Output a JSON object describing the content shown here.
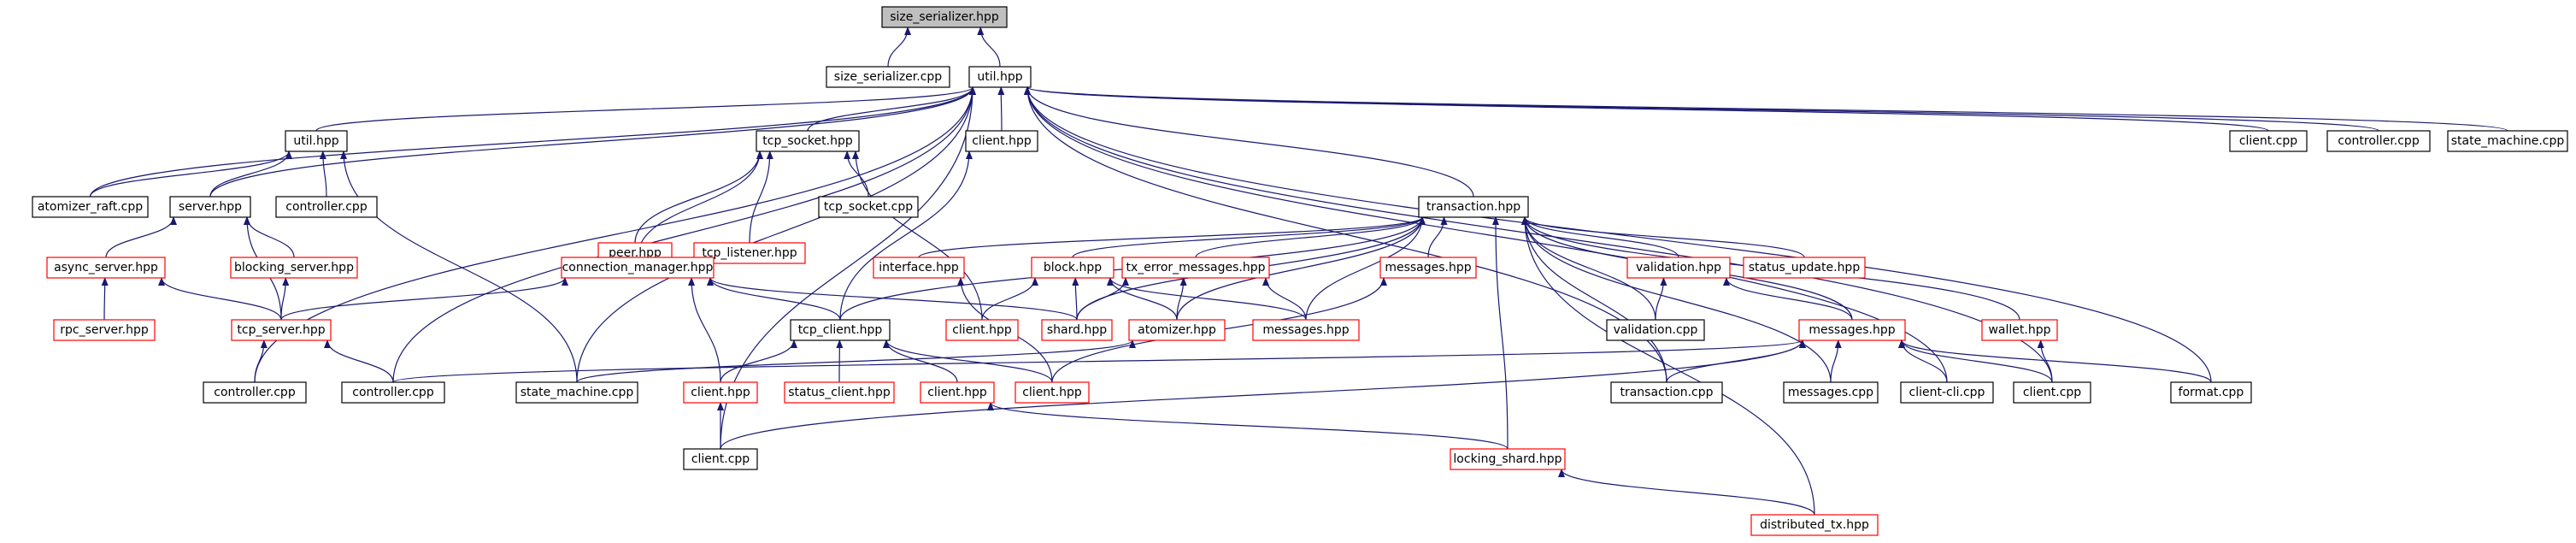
{
  "diagram": {
    "nodes": [
      {
        "id": "n_size_serializer_hpp",
        "label": "size_serializer.hpp",
        "border": "root"
      },
      {
        "id": "n_size_serializer_cpp",
        "label": "size_serializer.cpp",
        "border": "black"
      },
      {
        "id": "n_util_hpp_top",
        "label": "util.hpp",
        "border": "black"
      },
      {
        "id": "n_client_cpp_right1",
        "label": "client.cpp",
        "border": "black"
      },
      {
        "id": "n_controller_cpp_right",
        "label": "controller.cpp",
        "border": "black"
      },
      {
        "id": "n_state_machine_cpp_right",
        "label": "state_machine.cpp",
        "border": "black"
      },
      {
        "id": "n_util_hpp_2",
        "label": "util.hpp",
        "border": "black"
      },
      {
        "id": "n_tcp_socket_hpp",
        "label": "tcp_socket.hpp",
        "border": "black"
      },
      {
        "id": "n_client_hpp_top",
        "label": "client.hpp",
        "border": "black"
      },
      {
        "id": "n_atomizer_raft_cpp",
        "label": "atomizer_raft.cpp",
        "border": "black"
      },
      {
        "id": "n_server_hpp",
        "label": "server.hpp",
        "border": "black"
      },
      {
        "id": "n_controller_cpp_util2",
        "label": "controller.cpp",
        "border": "black"
      },
      {
        "id": "n_peer_hpp",
        "label": "peer.hpp",
        "border": "red"
      },
      {
        "id": "n_tcp_listener_hpp",
        "label": "tcp_listener.hpp",
        "border": "red"
      },
      {
        "id": "n_tcp_socket_cpp",
        "label": "tcp_socket.cpp",
        "border": "black"
      },
      {
        "id": "n_transaction_hpp",
        "label": "transaction.hpp",
        "border": "black"
      },
      {
        "id": "n_async_server_hpp",
        "label": "async_server.hpp",
        "border": "red"
      },
      {
        "id": "n_blocking_server_hpp",
        "label": "blocking_server.hpp",
        "border": "red"
      },
      {
        "id": "n_connection_manager_hpp",
        "label": "connection_manager.hpp",
        "border": "red"
      },
      {
        "id": "n_interface_hpp",
        "label": "interface.hpp",
        "border": "red"
      },
      {
        "id": "n_block_hpp",
        "label": "block.hpp",
        "border": "red"
      },
      {
        "id": "n_tx_error_messages_hpp",
        "label": "tx_error_messages.hpp",
        "border": "red"
      },
      {
        "id": "n_messages_hpp_mid",
        "label": "messages.hpp",
        "border": "red"
      },
      {
        "id": "n_validation_hpp",
        "label": "validation.hpp",
        "border": "red"
      },
      {
        "id": "n_status_update_hpp",
        "label": "status_update.hpp",
        "border": "red"
      },
      {
        "id": "n_rpc_server_hpp",
        "label": "rpc_server.hpp",
        "border": "red"
      },
      {
        "id": "n_tcp_server_hpp",
        "label": "tcp_server.hpp",
        "border": "red"
      },
      {
        "id": "n_tcp_client_hpp",
        "label": "tcp_client.hpp",
        "border": "black"
      },
      {
        "id": "n_client_hpp_red_a",
        "label": "client.hpp",
        "border": "red"
      },
      {
        "id": "n_shard_hpp",
        "label": "shard.hpp",
        "border": "red"
      },
      {
        "id": "n_atomizer_hpp",
        "label": "atomizer.hpp",
        "border": "red"
      },
      {
        "id": "n_messages_hpp_lower",
        "label": "messages.hpp",
        "border": "red"
      },
      {
        "id": "n_validation_cpp",
        "label": "validation.cpp",
        "border": "black"
      },
      {
        "id": "n_messages_hpp_right",
        "label": "messages.hpp",
        "border": "red"
      },
      {
        "id": "n_wallet_hpp",
        "label": "wallet.hpp",
        "border": "red"
      },
      {
        "id": "n_controller_cpp_a",
        "label": "controller.cpp",
        "border": "black"
      },
      {
        "id": "n_controller_cpp_b",
        "label": "controller.cpp",
        "border": "black"
      },
      {
        "id": "n_state_machine_cpp",
        "label": "state_machine.cpp",
        "border": "black"
      },
      {
        "id": "n_client_hpp_red_b",
        "label": "client.hpp",
        "border": "red"
      },
      {
        "id": "n_status_client_hpp",
        "label": "status_client.hpp",
        "border": "red"
      },
      {
        "id": "n_client_hpp_red_c",
        "label": "client.hpp",
        "border": "red"
      },
      {
        "id": "n_client_hpp_red_d",
        "label": "client.hpp",
        "border": "red"
      },
      {
        "id": "n_transaction_cpp",
        "label": "transaction.cpp",
        "border": "black"
      },
      {
        "id": "n_messages_cpp",
        "label": "messages.cpp",
        "border": "black"
      },
      {
        "id": "n_client_cli_cpp",
        "label": "client-cli.cpp",
        "border": "black"
      },
      {
        "id": "n_client_cpp_right2",
        "label": "client.cpp",
        "border": "black"
      },
      {
        "id": "n_format_cpp",
        "label": "format.cpp",
        "border": "black"
      },
      {
        "id": "n_client_cpp_bottom",
        "label": "client.cpp",
        "border": "black"
      },
      {
        "id": "n_locking_shard_hpp",
        "label": "locking_shard.hpp",
        "border": "red"
      },
      {
        "id": "n_distributed_tx_hpp",
        "label": "distributed_tx.hpp",
        "border": "red"
      }
    ],
    "edges": [
      [
        "n_size_serializer_cpp",
        "n_size_serializer_hpp"
      ],
      [
        "n_util_hpp_top",
        "n_size_serializer_hpp"
      ],
      [
        "n_client_cpp_right1",
        "n_util_hpp_top"
      ],
      [
        "n_controller_cpp_right",
        "n_util_hpp_top"
      ],
      [
        "n_state_machine_cpp_right",
        "n_util_hpp_top"
      ],
      [
        "n_util_hpp_2",
        "n_util_hpp_top"
      ],
      [
        "n_tcp_socket_hpp",
        "n_util_hpp_top"
      ],
      [
        "n_client_hpp_top",
        "n_util_hpp_top"
      ],
      [
        "n_atomizer_raft_cpp",
        "n_util_hpp_top"
      ],
      [
        "n_server_hpp",
        "n_util_hpp_top"
      ],
      [
        "n_transaction_hpp",
        "n_util_hpp_top"
      ],
      [
        "n_controller_cpp_a",
        "n_util_hpp_top"
      ],
      [
        "n_controller_cpp_b",
        "n_util_hpp_top"
      ],
      [
        "n_state_machine_cpp",
        "n_util_hpp_top"
      ],
      [
        "n_client_cpp_bottom",
        "n_util_hpp_top"
      ],
      [
        "n_format_cpp",
        "n_util_hpp_top"
      ],
      [
        "n_client_cpp_right2",
        "n_util_hpp_top"
      ],
      [
        "n_client_cli_cpp",
        "n_util_hpp_top"
      ],
      [
        "n_transaction_cpp",
        "n_util_hpp_top"
      ],
      [
        "n_atomizer_raft_cpp",
        "n_util_hpp_2"
      ],
      [
        "n_server_hpp",
        "n_util_hpp_2"
      ],
      [
        "n_controller_cpp_util2",
        "n_util_hpp_2"
      ],
      [
        "n_state_machine_cpp",
        "n_util_hpp_2"
      ],
      [
        "n_peer_hpp",
        "n_tcp_socket_hpp"
      ],
      [
        "n_tcp_listener_hpp",
        "n_tcp_socket_hpp"
      ],
      [
        "n_tcp_socket_cpp",
        "n_tcp_socket_hpp"
      ],
      [
        "n_connection_manager_hpp",
        "n_tcp_socket_hpp"
      ],
      [
        "n_client_hpp_red_a",
        "n_tcp_socket_hpp"
      ],
      [
        "n_tcp_client_hpp",
        "n_client_hpp_top"
      ],
      [
        "n_async_server_hpp",
        "n_server_hpp"
      ],
      [
        "n_blocking_server_hpp",
        "n_server_hpp"
      ],
      [
        "n_tcp_server_hpp",
        "n_server_hpp"
      ],
      [
        "n_connection_manager_hpp",
        "n_peer_hpp"
      ],
      [
        "n_connection_manager_hpp",
        "n_tcp_listener_hpp"
      ],
      [
        "n_rpc_server_hpp",
        "n_async_server_hpp"
      ],
      [
        "n_tcp_server_hpp",
        "n_async_server_hpp"
      ],
      [
        "n_tcp_server_hpp",
        "n_blocking_server_hpp"
      ],
      [
        "n_tcp_server_hpp",
        "n_connection_manager_hpp"
      ],
      [
        "n_tcp_client_hpp",
        "n_connection_manager_hpp"
      ],
      [
        "n_client_hpp_red_b",
        "n_connection_manager_hpp"
      ],
      [
        "n_shard_hpp",
        "n_connection_manager_hpp"
      ],
      [
        "n_controller_cpp_a",
        "n_tcp_server_hpp"
      ],
      [
        "n_controller_cpp_b",
        "n_tcp_server_hpp"
      ],
      [
        "n_client_hpp_red_b",
        "n_tcp_client_hpp"
      ],
      [
        "n_status_client_hpp",
        "n_tcp_client_hpp"
      ],
      [
        "n_client_hpp_red_c",
        "n_tcp_client_hpp"
      ],
      [
        "n_client_hpp_red_d",
        "n_tcp_client_hpp"
      ],
      [
        "n_client_cpp_bottom",
        "n_client_hpp_red_b"
      ],
      [
        "n_interface_hpp",
        "n_transaction_hpp"
      ],
      [
        "n_block_hpp",
        "n_transaction_hpp"
      ],
      [
        "n_tx_error_messages_hpp",
        "n_transaction_hpp"
      ],
      [
        "n_messages_hpp_mid",
        "n_transaction_hpp"
      ],
      [
        "n_validation_hpp",
        "n_transaction_hpp"
      ],
      [
        "n_status_update_hpp",
        "n_transaction_hpp"
      ],
      [
        "n_tcp_client_hpp",
        "n_transaction_hpp"
      ],
      [
        "n_shard_hpp",
        "n_transaction_hpp"
      ],
      [
        "n_atomizer_hpp",
        "n_transaction_hpp"
      ],
      [
        "n_messages_hpp_lower",
        "n_transaction_hpp"
      ],
      [
        "n_validation_cpp",
        "n_transaction_hpp"
      ],
      [
        "n_messages_hpp_right",
        "n_transaction_hpp"
      ],
      [
        "n_wallet_hpp",
        "n_transaction_hpp"
      ],
      [
        "n_transaction_cpp",
        "n_transaction_hpp"
      ],
      [
        "n_messages_cpp",
        "n_transaction_hpp"
      ],
      [
        "n_locking_shard_hpp",
        "n_transaction_hpp"
      ],
      [
        "n_distributed_tx_hpp",
        "n_transaction_hpp"
      ],
      [
        "n_client_hpp_red_d",
        "n_interface_hpp"
      ],
      [
        "n_client_hpp_red_a",
        "n_block_hpp"
      ],
      [
        "n_shard_hpp",
        "n_block_hpp"
      ],
      [
        "n_atomizer_hpp",
        "n_block_hpp"
      ],
      [
        "n_messages_hpp_lower",
        "n_block_hpp"
      ],
      [
        "n_shard_hpp",
        "n_tx_error_messages_hpp"
      ],
      [
        "n_atomizer_hpp",
        "n_tx_error_messages_hpp"
      ],
      [
        "n_messages_hpp_lower",
        "n_tx_error_messages_hpp"
      ],
      [
        "n_client_hpp_red_d",
        "n_messages_hpp_mid"
      ],
      [
        "n_validation_cpp",
        "n_validation_hpp"
      ],
      [
        "n_messages_hpp_right",
        "n_validation_hpp"
      ],
      [
        "n_state_machine_cpp",
        "n_atomizer_hpp"
      ],
      [
        "n_controller_cpp_b",
        "n_messages_hpp_right"
      ],
      [
        "n_client_cpp_bottom",
        "n_messages_hpp_right"
      ],
      [
        "n_transaction_cpp",
        "n_messages_hpp_right"
      ],
      [
        "n_messages_cpp",
        "n_messages_hpp_right"
      ],
      [
        "n_client_cli_cpp",
        "n_messages_hpp_right"
      ],
      [
        "n_client_cpp_right2",
        "n_messages_hpp_right"
      ],
      [
        "n_format_cpp",
        "n_messages_hpp_right"
      ],
      [
        "n_client_cpp_right2",
        "n_wallet_hpp"
      ],
      [
        "n_locking_shard_hpp",
        "n_client_hpp_red_c"
      ],
      [
        "n_distributed_tx_hpp",
        "n_locking_shard_hpp"
      ]
    ]
  }
}
